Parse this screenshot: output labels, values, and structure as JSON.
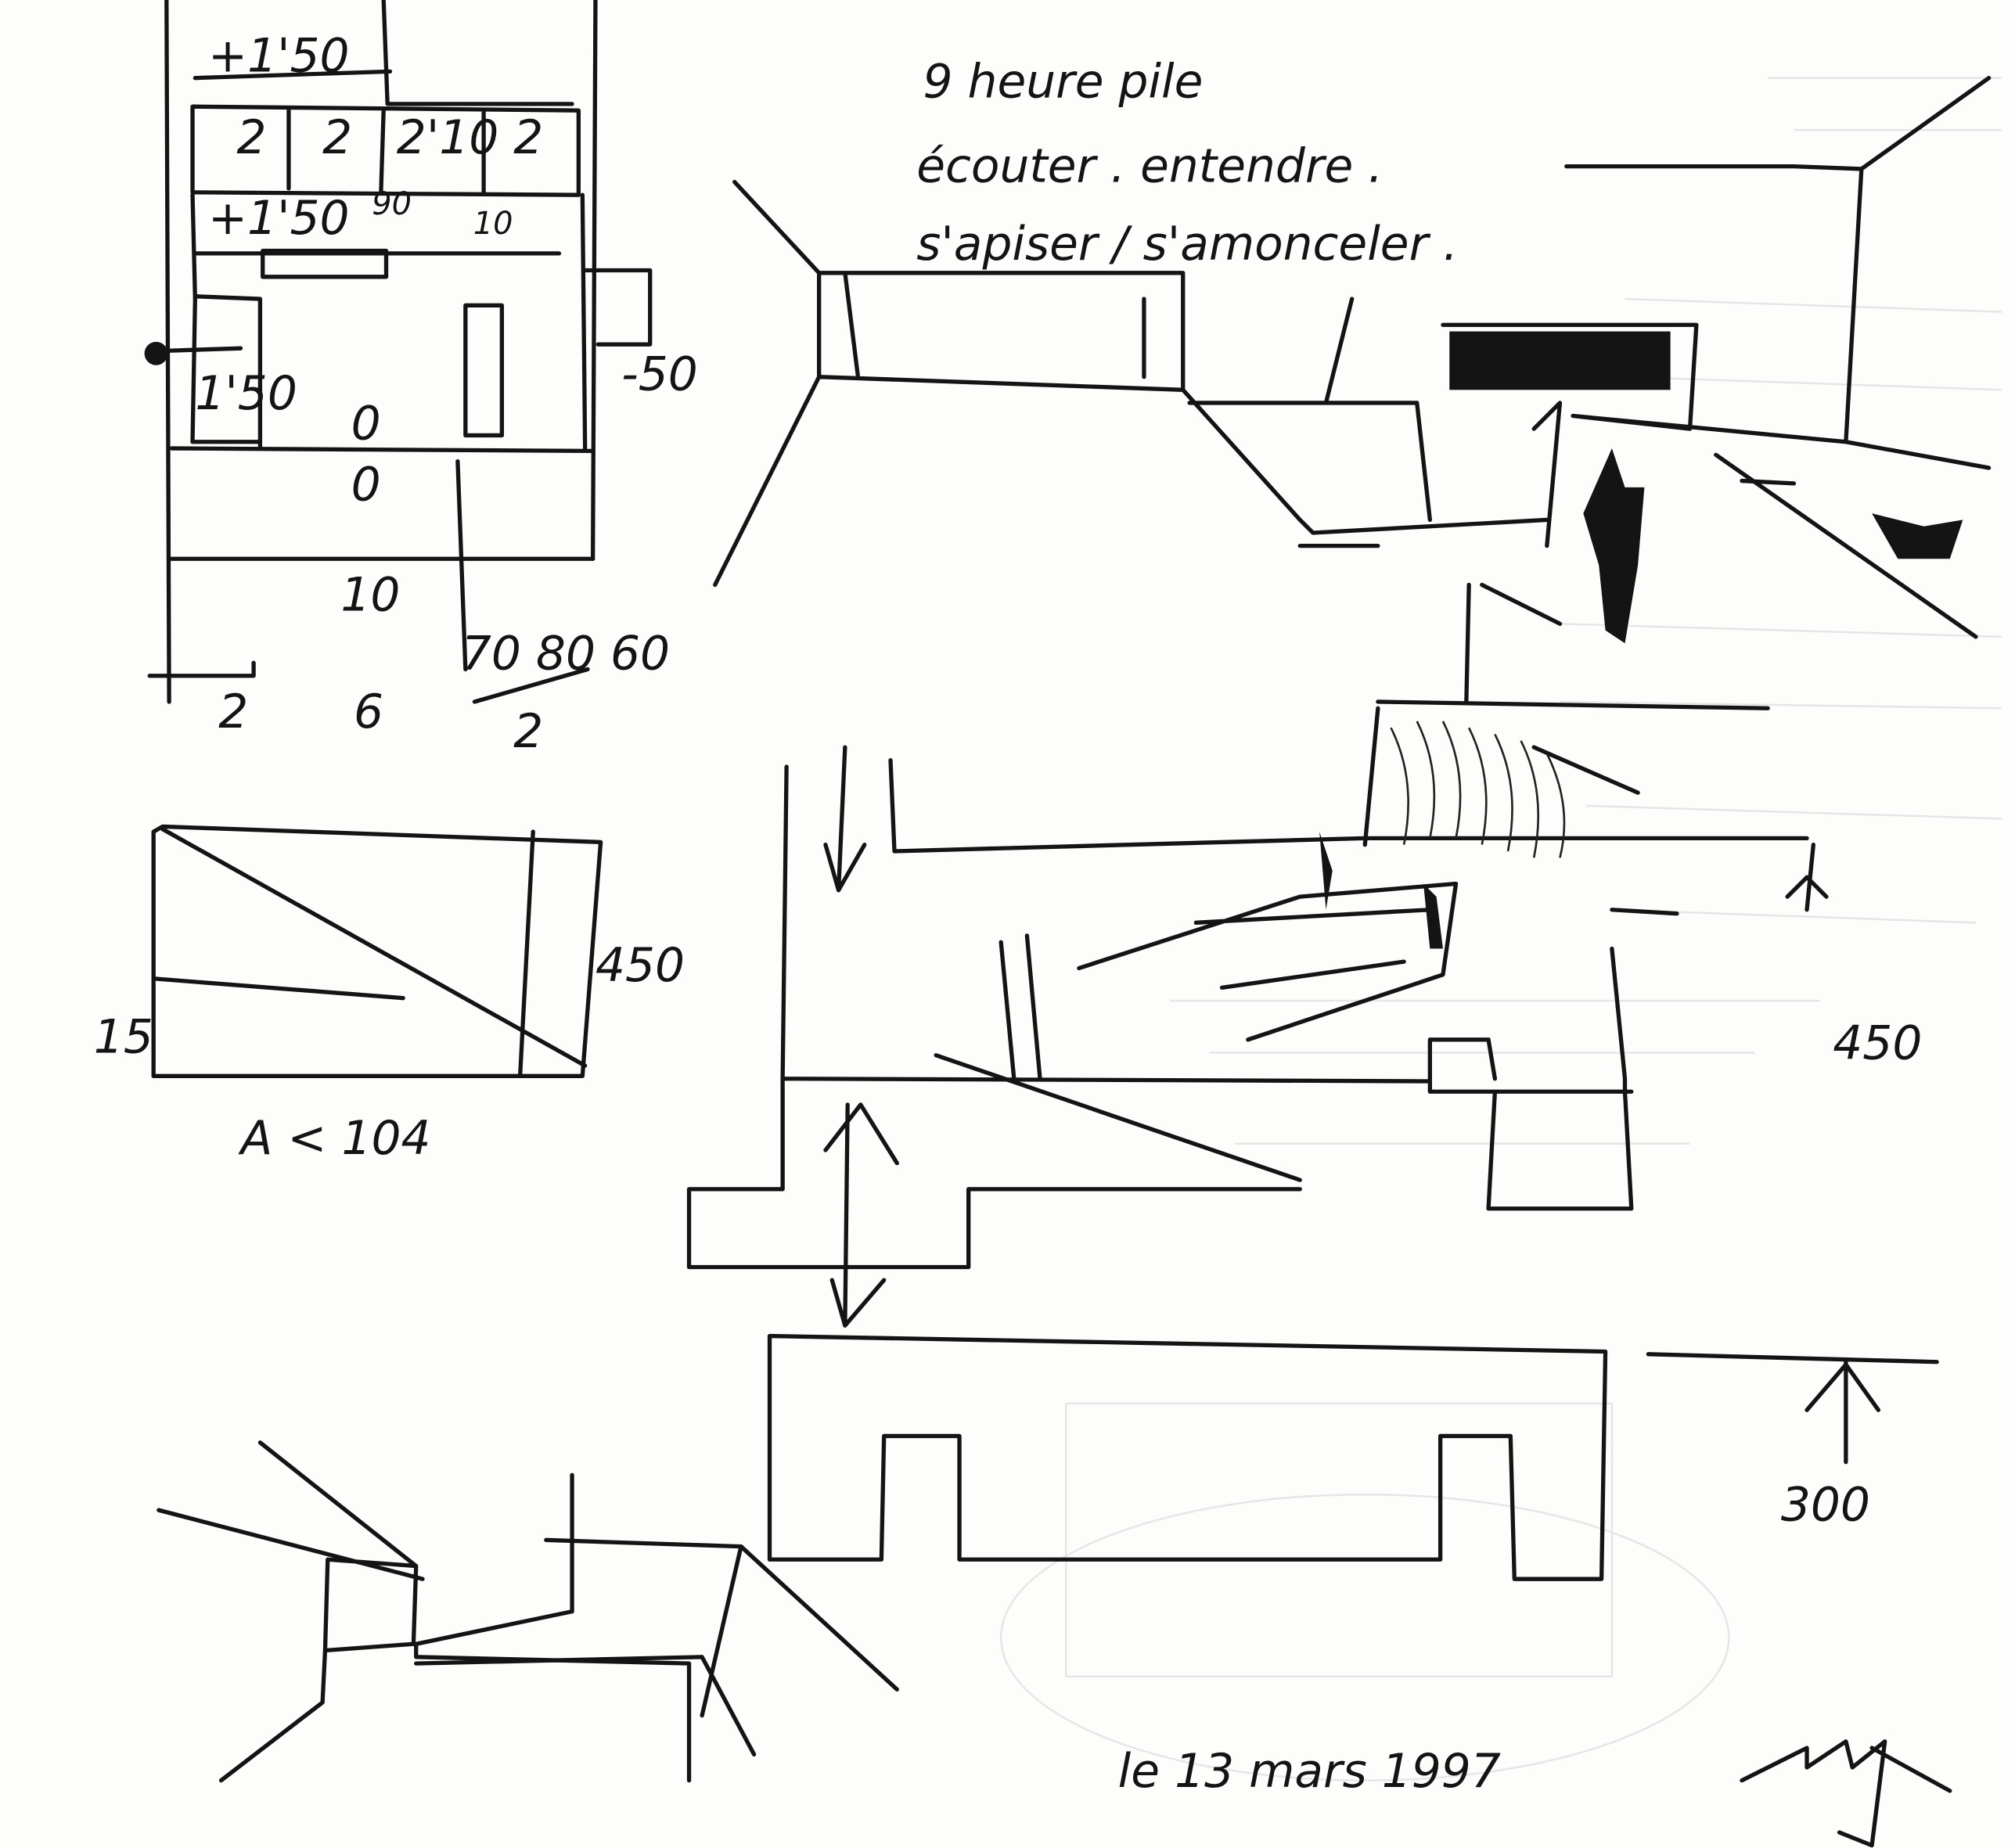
{
  "notes": {
    "line1": "9 heure pile",
    "line2": "écouter . entendre .",
    "line3": "s'apiser / s'amonceler ."
  },
  "plan": {
    "labels": [
      "+1'50",
      "2",
      "2",
      "2'10",
      "2",
      "+1'50",
      "90",
      "10",
      "1'50",
      "-50",
      "0",
      "0",
      "10",
      "70 80 60",
      "2",
      "6",
      "2"
    ]
  },
  "section": {
    "labels": [
      "450",
      "15",
      "A < 104"
    ]
  },
  "perspective": {
    "labels": [
      "450",
      "300"
    ]
  },
  "footer": {
    "date": "le 13 mars 1997",
    "signature": "signature"
  },
  "colors": {
    "ink": "#141414",
    "paper": "#fdfdfc"
  }
}
